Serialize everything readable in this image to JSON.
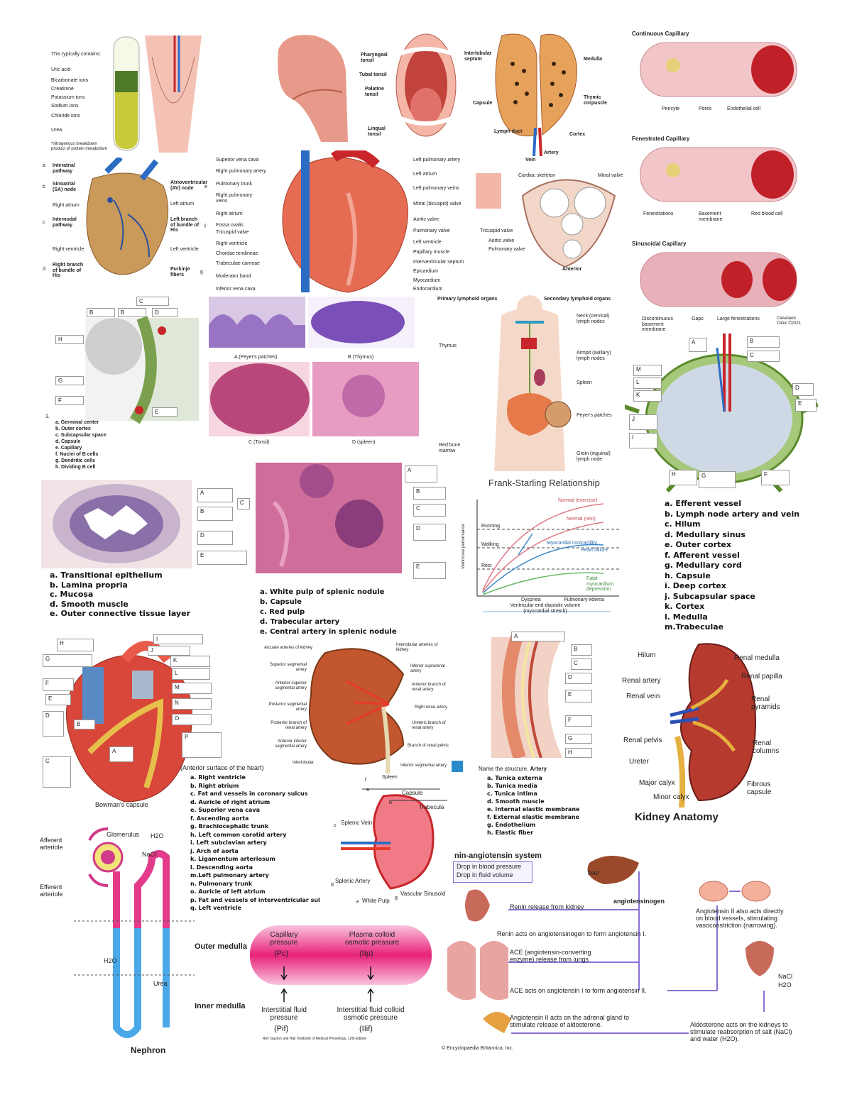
{
  "urine": {
    "heading": "This typically contains:",
    "items": [
      "Uric acid",
      "Bicarbonate ions",
      "Creatinine",
      "Potassium ions",
      "Sodium ions",
      "Chloride ions",
      "Urea"
    ],
    "footnote": "*nitrogenous breakdown product of protein metabolism"
  },
  "tonsils": {
    "labels": [
      "Pharyngeal tonsil",
      "Tubal tonsil",
      "Palatine tonsil",
      "Lingual tonsil"
    ]
  },
  "thymus": {
    "labels": [
      "Interlobular septum",
      "Medulla",
      "Capsule",
      "Thymic corpuscle",
      "Lymph duct",
      "Cortex",
      "Vein",
      "Artery"
    ]
  },
  "capillaries": {
    "continuous_title": "Continuous Capillary",
    "continuous_labels": [
      "Pericyte",
      "Pores",
      "Endothelial cell"
    ],
    "fenestrated_title": "Fenestrated Capillary",
    "fenestrated_labels": [
      "Fenestrations",
      "Basement membrane",
      "Red blood cell"
    ],
    "sinusoidal_title": "Sinusoidal Capillary",
    "sinusoidal_labels": [
      "Discontinuous basement membrane",
      "Gaps",
      "Large fenestrations"
    ],
    "credit": "Cleveland Clinic ©2021"
  },
  "conduction": {
    "left": [
      "Interatrial pathway",
      "Sinoatrial (SA) node",
      "Right atrium",
      "Internodal pathway",
      "Right ventricle",
      "Right branch of bundle of His"
    ],
    "right": [
      "Atrioventricular (AV) node",
      "Left atrium",
      "Left branch of bundle of His",
      "Left ventricle",
      "Purkinje fibers"
    ],
    "letters": [
      "a",
      "b",
      "c",
      "d",
      "e",
      "f",
      "g"
    ]
  },
  "heart_main": {
    "left": [
      "Superior vena cava",
      "Right pulmonary artery",
      "Pulmonary trunk",
      "Right pulmonary veins",
      "Right atrium",
      "Fossa ovalis",
      "Tricuspid valve",
      "Right ventricle",
      "Chordae tendineae",
      "Trabeculae carneae",
      "Moderator band",
      "Inferior vena cava"
    ],
    "right": [
      "Left pulmonary artery",
      "Left atrium",
      "Left pulmonary veins",
      "Mitral (bicuspid) valve",
      "Aortic valve",
      "Pulmonary valve",
      "Left ventricle",
      "Papillary muscle",
      "Interventricular septum",
      "Epicardium",
      "Myocardium",
      "Endocardium"
    ]
  },
  "valves": {
    "labels": [
      "Cardiac skeleton",
      "Mitral valve",
      "Tricuspid valve",
      "Aortic valve",
      "Pulmonary valve",
      "Anterior"
    ]
  },
  "lymph_node_histo": {
    "boxes": [
      "C",
      "B",
      "B",
      "D",
      "H",
      "G",
      "F",
      "E"
    ],
    "number": "3.",
    "items": [
      "a. Germinal center",
      "b. Outer cortex",
      "c. Subcapsular space",
      "d. Capsule",
      "e. Capillary",
      "f. Nuclei of B cells",
      "g. Dendritic cells",
      "h. Dividing B cell"
    ]
  },
  "tissues": {
    "captions": [
      "A (Peyer's patches)",
      "B (Thymus)",
      "C (Tonsil)",
      "D (spleen)"
    ]
  },
  "lymphoid": {
    "title_left": "Primary lymphoid organs",
    "title_right": "Secondary lymphoid organs",
    "labels": [
      "Thymus",
      "Neck (cervical) lymph nodes",
      "Armpit (axillary) lymph nodes",
      "Spleen",
      "Peyer's patches",
      "Red bone marrow",
      "Groin (inguinal) lymph node"
    ]
  },
  "lymph_node": {
    "boxes": [
      "A",
      "B",
      "C",
      "M",
      "L",
      "K",
      "D",
      "E",
      "J",
      "I",
      "H",
      "G",
      "F"
    ],
    "items": [
      "a. Efferent vessel",
      "b. Lymph node artery and vein",
      "c. Hilum",
      "d. Medullary sinus",
      "e. Outer cortex",
      "f. Afferent vessel",
      "g. Medullary cord",
      "h. Capsule",
      "i. Deep cortex",
      "j. Subcapsular space",
      "k. Cortex",
      "l. Medulla",
      "m.Trabeculae"
    ]
  },
  "ureter": {
    "boxes": [
      "A",
      "B",
      "C",
      "D",
      "E"
    ],
    "items": [
      "a. Transitional epithelium",
      "b. Lamina propria",
      "c. Mucosa",
      "d. Smooth muscle",
      "e. Outer connective tissue layer"
    ]
  },
  "spleen_histo": {
    "boxes": [
      "A",
      "B",
      "C",
      "D",
      "E"
    ],
    "items": [
      "a. White pulp of splenic nodule",
      "b. Capsule",
      "c. Red pulp",
      "d. Trabecular artery",
      "e. Central artery in splenic nodule"
    ]
  },
  "frank_starling": {
    "title": "Frank-Starling Relationship",
    "ylabel": "Ventricular performance",
    "xlabel": "Ventricular end-diastolic volume (myocardial stretch)",
    "levels": [
      "Running",
      "Walking",
      "Rest"
    ],
    "curves": [
      "Normal (exercise)",
      "Normal (rest)",
      "Myocardial contractility",
      "Heart failure",
      "Fatal myocardium depression"
    ],
    "xticks": [
      "Dyspnea",
      "Pulmonary edema"
    ]
  },
  "heart_ext": {
    "boxes": [
      "H",
      "I",
      "J",
      "G",
      "K",
      "L",
      "F",
      "M",
      "E",
      "N",
      "D",
      "B",
      "O",
      "P",
      "A",
      "C"
    ],
    "caption": "(Anterior surface of the heart)",
    "items": [
      "a. Right ventricle",
      "b. Right atrium",
      "c. Fat and vessels in coronary sulcus",
      "d. Auricle of right atrium",
      "e. Superior vena cava",
      "f. Ascending aorta",
      "g. Brachiocephalic trunk",
      "h. Left common carotid artery",
      "i. Left subclavian artery",
      "j. Arch of aorta",
      "k. Ligamentum arteriosum",
      "l. Descending aorta",
      "m.Left pulmonary artery",
      "n. Pulmonary trunk",
      "o. Auricle of left atrium",
      "p. Fat and vessels of interventricular sul",
      "q. Left ventricle"
    ]
  },
  "kidney_arteries": {
    "left": [
      "Arcuate arteries of kidney",
      "Superior segmental artery",
      "Anterior superior segmental artery",
      "Posterior segmental artery",
      "Posterior branch of renal artery",
      "Anterior inferior segmental artery",
      "Interlobular"
    ],
    "right": [
      "Interlobular arteries of kidney",
      "Inferior suprarenal artery",
      "Anterior branch of renal artery",
      "Right renal artery",
      "Ureteric branch of renal artery",
      "Branch of renal pelvis",
      "Inferior segmental artery"
    ]
  },
  "artery": {
    "boxes": [
      "A",
      "B",
      "C",
      "D",
      "E",
      "F",
      "G",
      "H"
    ],
    "heading_plain": "Name the structure. ",
    "heading_bold": "Artery",
    "items": [
      "a. Tunica externa",
      "b. Tunica media",
      "c. Tunica intima",
      "d. Smooth muscle",
      "e. Internal elastic membrane",
      "f. External elastic membrane",
      "g. Endothelium",
      "h. Elastic fiber"
    ]
  },
  "kidney_anatomy": {
    "title": "Kidney Anatomy",
    "left": [
      "Hilum",
      "Renal artery",
      "Renal vein",
      "Renal pelvis",
      "Ureter",
      "Major calyx",
      "Minor calyx"
    ],
    "right": [
      "Renal medulla",
      "Renal papilla",
      "Renal pyramids",
      "Renal columns",
      "Fibrous capsule"
    ]
  },
  "nephron": {
    "title": "Nephron",
    "labels": [
      "Bowman's capsule",
      "Glomerulus",
      "Afferent arteriole",
      "Efferent arteriole",
      "H2O",
      "NaCl",
      "Urea"
    ],
    "zones": [
      "Outer medulla",
      "Inner medulla"
    ]
  },
  "spleen": {
    "labels": [
      "Spleen",
      "Capsule",
      "Trabecula",
      "Splenic Vein",
      "Splenic Artery",
      "Vascular Sinusoid",
      "White Pulp"
    ],
    "letters": [
      "a",
      "b",
      "c",
      "d",
      "e",
      "f",
      "g"
    ]
  },
  "starling": {
    "top": [
      "Capillary pressure",
      "(Pc)",
      "Plasma colloid osmotic pressure",
      "(IIp)"
    ],
    "bottom": [
      "Interstitial fluid pressure",
      "(Pif)",
      "Interstitial fluid colloid osmotic pressure",
      "(IIif)"
    ],
    "credit": "Ref: Guyton and Hall Textbook of Medical Physiology, 12th Edition"
  },
  "raas": {
    "title": "nin-angiotensin system",
    "box": [
      "Drop in blood pressure",
      "Drop in fluid volume"
    ],
    "liver": "liver",
    "angiotensinogen": "angiotensinogen",
    "steps": [
      "Renin release from kidney",
      "Renin acts on angiotensinogen to form angiotensin I.",
      "ACE (angiotensin-converting enzyme) release from lungs",
      "ACE acts on angiotensin I to form angiotensin II.",
      "Angiotensin II acts on the adrenal gland to stimulate release of aldosterone."
    ],
    "side": "Angiotensin II also acts directly on blood vessels, stimulating vasoconstriction (narrowing).",
    "kidney_labels": [
      "NaCl",
      "H2O"
    ],
    "aldosterone": "Aldosterone acts on the kidneys to stimulate reabsorption of salt (NaCl) and water (H2O).",
    "credit": "© Encyclopaedia Britannica, Inc."
  },
  "colors": {
    "artery_red": "#c8262a",
    "vein_blue": "#2b6cc4",
    "muscle": "#e26a50",
    "tissue_purple": "#8a5cc0",
    "lymph_green": "#7fb04a",
    "raas_arrow": "#8a6fd6"
  }
}
